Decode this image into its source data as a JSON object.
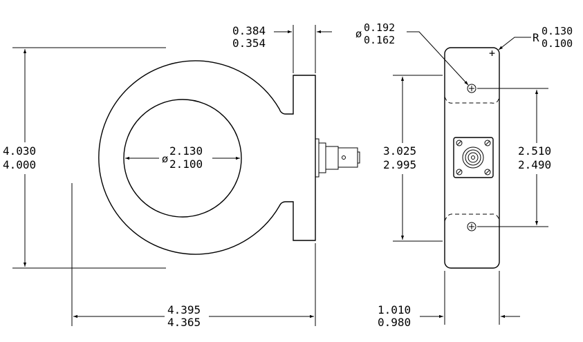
{
  "front_view": {
    "height": {
      "max": "4.030",
      "min": "4.000"
    },
    "width": {
      "max": "4.395",
      "min": "4.365"
    },
    "bore": {
      "symbol": "ø",
      "max": "2.130",
      "min": "2.100"
    },
    "flange": {
      "max": "0.384",
      "min": "0.354"
    }
  },
  "side_view": {
    "hole_dia": {
      "symbol": "ø",
      "max": "0.192",
      "min": "0.162"
    },
    "corner_radius": {
      "symbol": "R",
      "max": "0.130",
      "min": "0.100"
    },
    "mount_span": {
      "max": "3.025",
      "min": "2.995"
    },
    "hole_spacing": {
      "max": "2.510",
      "min": "2.490"
    },
    "thickness": {
      "max": "1.010",
      "min": "0.980"
    }
  }
}
